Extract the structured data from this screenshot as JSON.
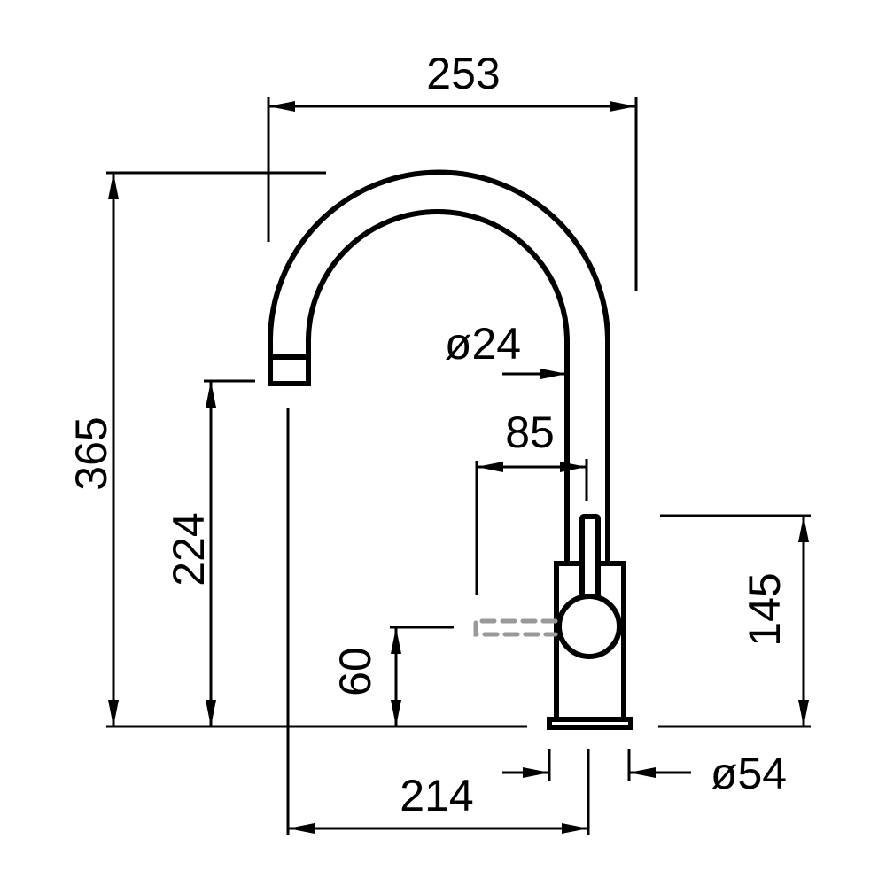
{
  "dimensions": {
    "overall_reach": "253",
    "overall_height": "365",
    "spout_height": "224",
    "handle_height": "60",
    "body_height": "145",
    "spout_diameter": "ø24",
    "handle_reach": "85",
    "spout_reach": "214",
    "base_diameter": "ø54"
  },
  "colors": {
    "line": "#000000",
    "hidden_line": "#999999"
  }
}
